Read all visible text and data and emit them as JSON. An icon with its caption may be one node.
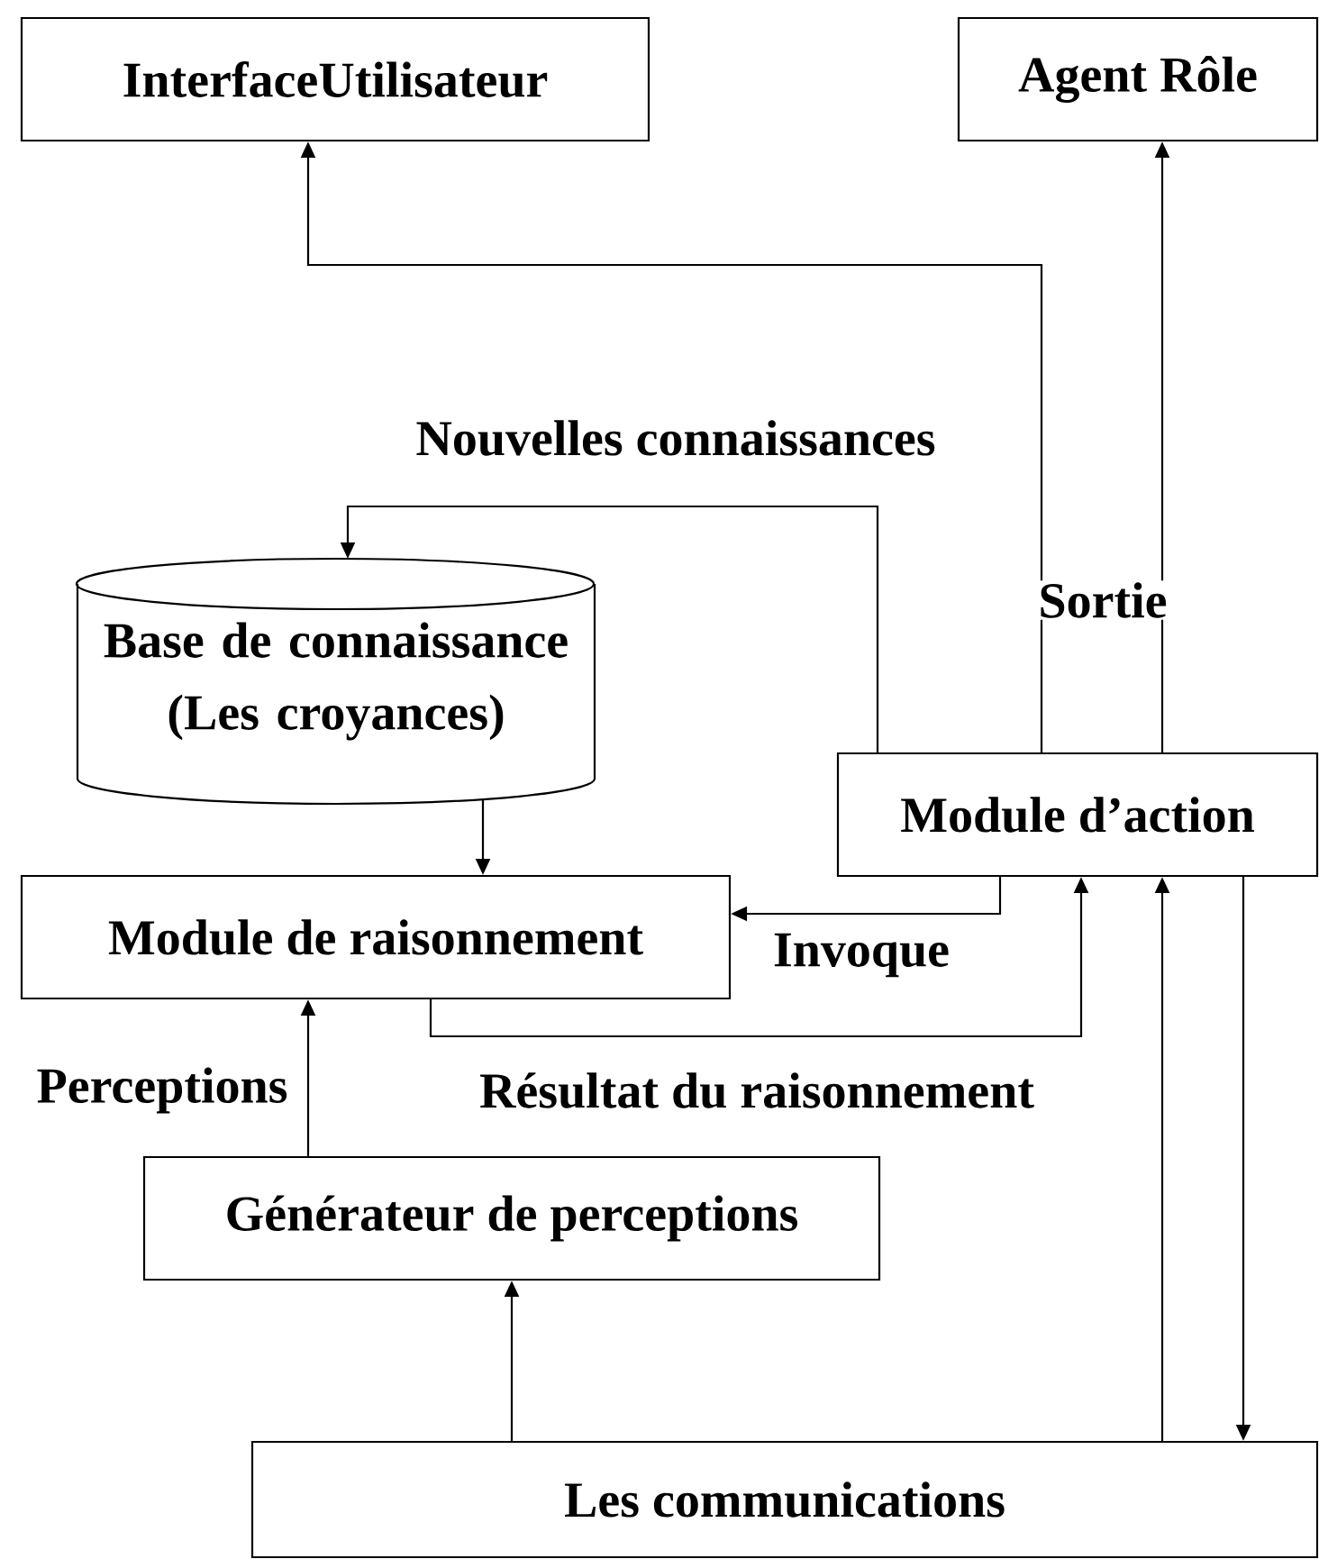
{
  "diagram": {
    "nodes": [
      {
        "text": [
          "InterfaceUtilisateur"
        ]
      },
      {
        "text": [
          "Agent Rôle"
        ]
      },
      {
        "text": [
          "Base de connaissance (Les croyances)"
        ]
      },
      {
        "text": [
          "Module d’action"
        ]
      },
      {
        "text": [
          "Module de raisonnement"
        ]
      },
      {
        "text": [
          "Générateur de perceptions"
        ]
      },
      {
        "text": [
          "Les communications"
        ]
      }
    ],
    "edges": [
      {
        "from": 3,
        "to": 0,
        "arrow": "to"
      },
      {
        "from": 3,
        "to": 1,
        "arrow": "to"
      },
      {
        "from": 3,
        "to": 2,
        "arrow": "to",
        "label": "Nouvelles connaissances"
      },
      {
        "from": 2,
        "to": 4,
        "arrow": "to"
      },
      {
        "from": 3,
        "to": 4,
        "arrow": "to",
        "label": "Invoque"
      },
      {
        "from": 4,
        "to": 3,
        "arrow": "to",
        "label": "Résultat du raisonnement"
      },
      {
        "from": 5,
        "to": 4,
        "arrow": "to",
        "label": "Perceptions"
      },
      {
        "from": 6,
        "to": 5,
        "arrow": "to"
      },
      {
        "from": 6,
        "to": 3,
        "arrow": "to"
      },
      {
        "from": 3,
        "to": 6,
        "arrow": "to"
      }
    ],
    "labels": [
      "Sortie"
    ]
  }
}
